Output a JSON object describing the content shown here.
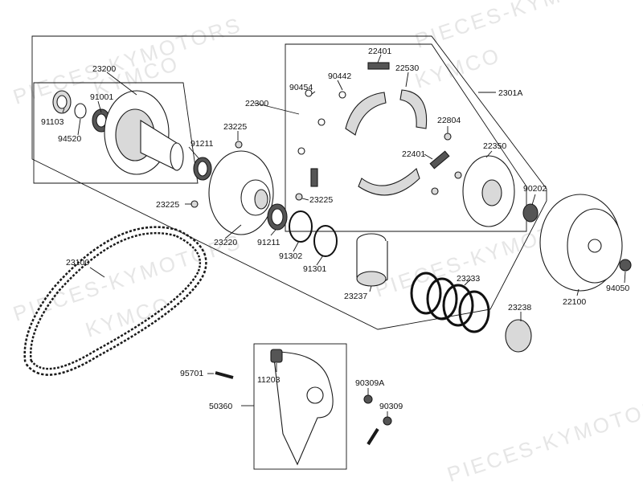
{
  "watermarks": [
    "PIECES-KYMOTORS",
    "KYMCO"
  ],
  "parts": {
    "p23200": "23200",
    "p91001": "91001",
    "p91103": "91103",
    "p94520": "94520",
    "p22300": "22300",
    "p23225a": "23225",
    "p91211a": "91211",
    "p23225b": "23225",
    "p23225c": "23225",
    "p23220": "23220",
    "p91211b": "91211",
    "p91302": "91302",
    "p91301": "91301",
    "p90454": "90454",
    "p90442": "90442",
    "p22401a": "22401",
    "p22530": "22530",
    "p2301A": "2301A",
    "p22804": "22804",
    "p22401b": "22401",
    "p22350": "22350",
    "p90202": "90202",
    "p23100": "23100",
    "p23237": "23237",
    "p23233": "23233",
    "p23238": "23238",
    "p22100": "22100",
    "p94050": "94050",
    "p95701": "95701",
    "p11203": "11203",
    "p50360": "50360",
    "p90309A": "90309A",
    "p90309": "90309"
  }
}
